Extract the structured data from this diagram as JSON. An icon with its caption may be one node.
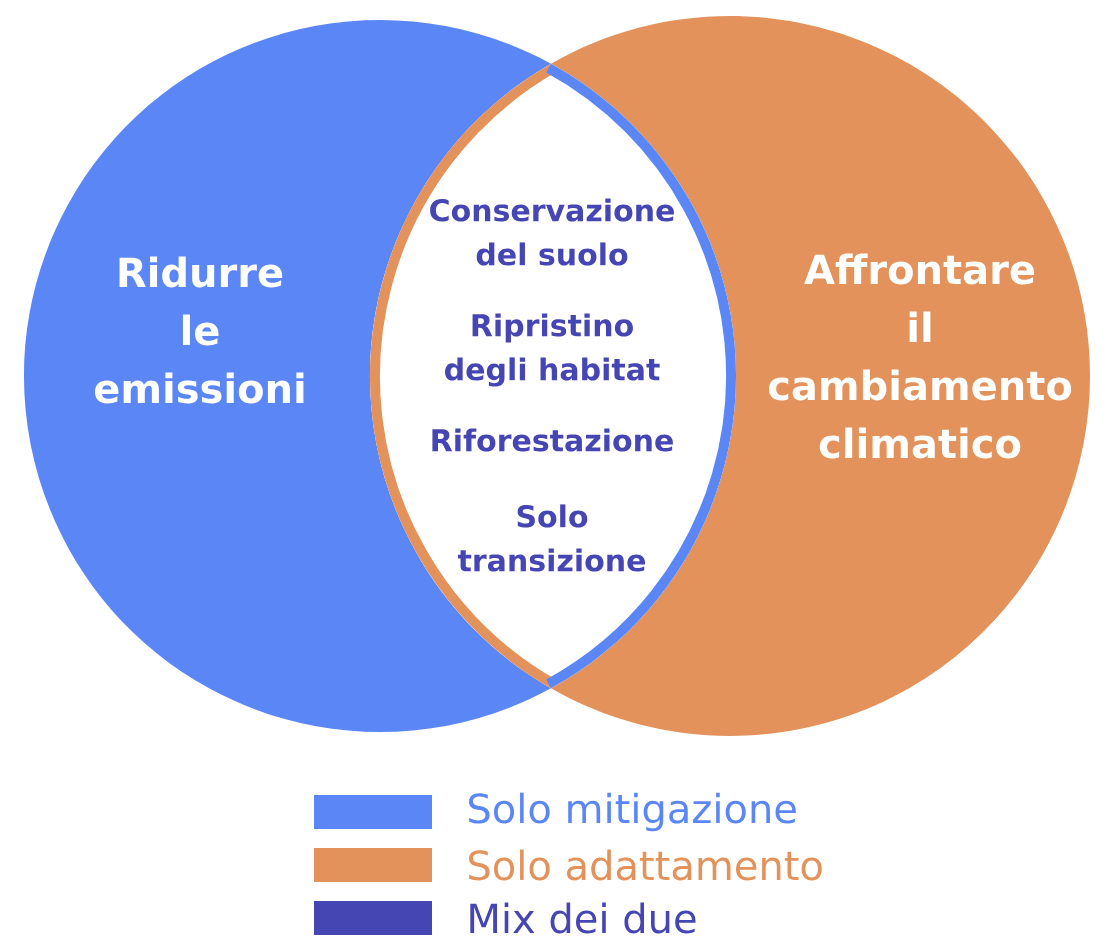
{
  "diagram": {
    "nodes": [
      {
        "text": [
          "Ridurre le emissioni"
        ]
      },
      {
        "text": [
          "Conservazione del suolo",
          "Ripristino degli habitat",
          "Riforestazione",
          "Solo transizione"
        ]
      },
      {
        "text": [
          "Affrontare il cambiamento climatico"
        ]
      }
    ],
    "legend": [
      {
        "text": "Solo mitigazione",
        "color": "#5b87f6"
      },
      {
        "text": "Solo adattamento",
        "color": "#e2925a"
      },
      {
        "text": "Mix dei due",
        "color": "#4545b4"
      }
    ]
  }
}
